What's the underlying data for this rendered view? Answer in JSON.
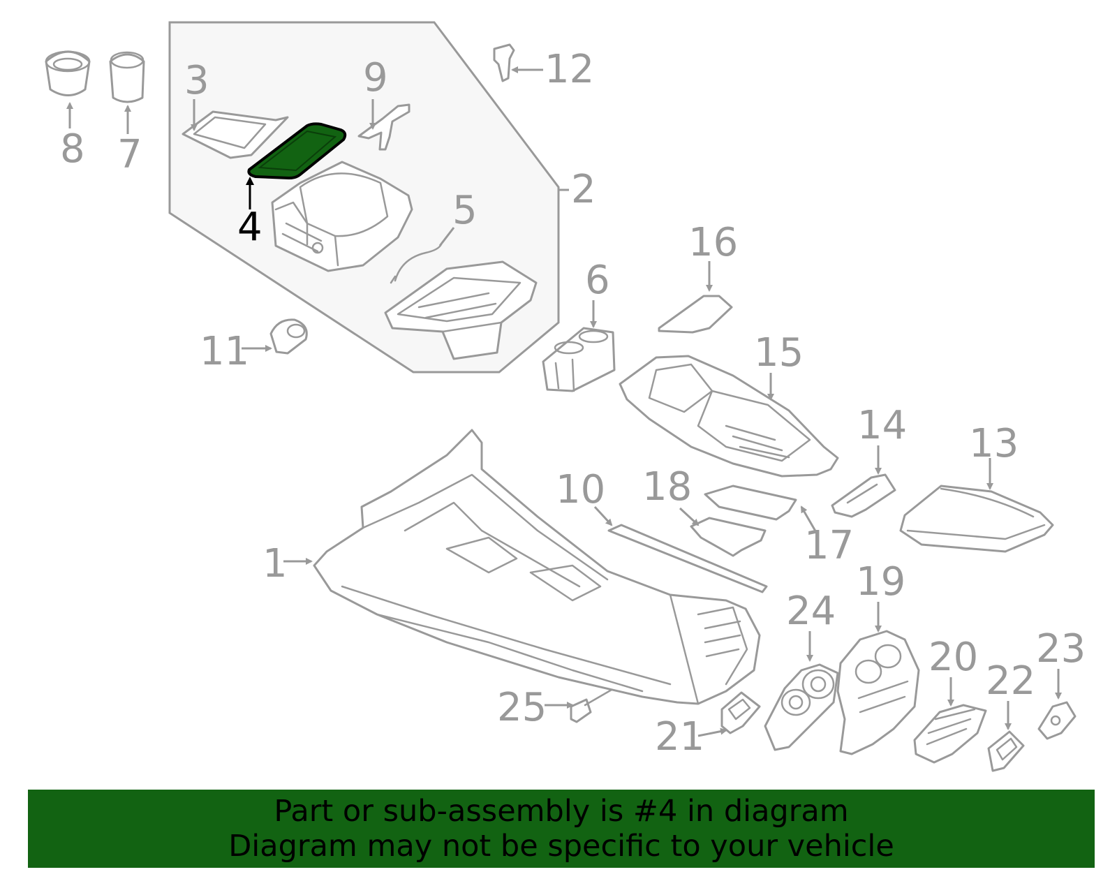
{
  "diagram": {
    "highlighted_part": "4",
    "colors": {
      "highlight_fill": "#126312",
      "line": "#999999",
      "group_fill": "#f7f7f7",
      "active": "#000000"
    },
    "callouts": {
      "c1": "1",
      "c2": "2",
      "c3": "3",
      "c4": "4",
      "c5": "5",
      "c6": "6",
      "c7": "7",
      "c8": "8",
      "c9": "9",
      "c10": "10",
      "c11": "11",
      "c12": "12",
      "c13": "13",
      "c14": "14",
      "c15": "15",
      "c16": "16",
      "c17": "17",
      "c18": "18",
      "c19": "19",
      "c20": "20",
      "c21": "21",
      "c22": "22",
      "c23": "23",
      "c24": "24",
      "c25": "25"
    }
  },
  "banner": {
    "line1": "Part or sub-assembly is #4 in diagram",
    "line2": "Diagram may not be specific to your vehicle"
  }
}
